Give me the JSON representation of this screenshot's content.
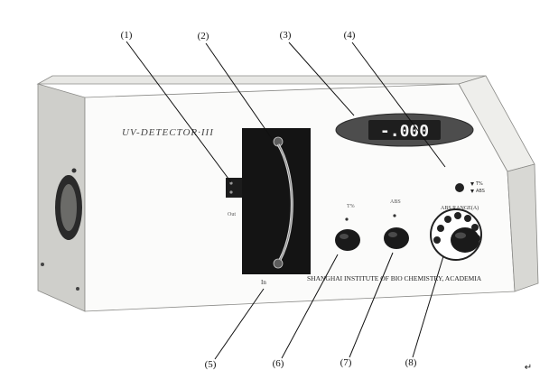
{
  "device": {
    "model_label": "UV-DETECTOR·III",
    "display_value": "-.000",
    "indicator_labels": [
      "T%",
      "ABS"
    ],
    "knob_6_label": "T%",
    "knob_7_label": "ABS",
    "range_label": "ABS RANGE(A)",
    "out_label": "Out",
    "in_label": "In",
    "maker": "SHANGHAI INSTITUTE OF BIO CHEMISTRY, ACADEMIA",
    "colors": {
      "body": "#f4f4f2",
      "panel_face": "#fbfbfa",
      "side_shade": "#c9c9c6",
      "display_bezel": "#5a5a5a",
      "display_text": "#f2f2f2",
      "cell_holder": "#141414",
      "knob": "#1a1a1a"
    }
  },
  "callouts": [
    {
      "id": "1",
      "text": "(1)"
    },
    {
      "id": "2",
      "text": "(2)"
    },
    {
      "id": "3",
      "text": "(3)"
    },
    {
      "id": "4",
      "text": "(4)"
    },
    {
      "id": "5",
      "text": "(5)"
    },
    {
      "id": "6",
      "text": "(6)"
    },
    {
      "id": "7",
      "text": "(7)"
    },
    {
      "id": "8",
      "text": "(8)"
    }
  ],
  "footer_mark": "↵"
}
